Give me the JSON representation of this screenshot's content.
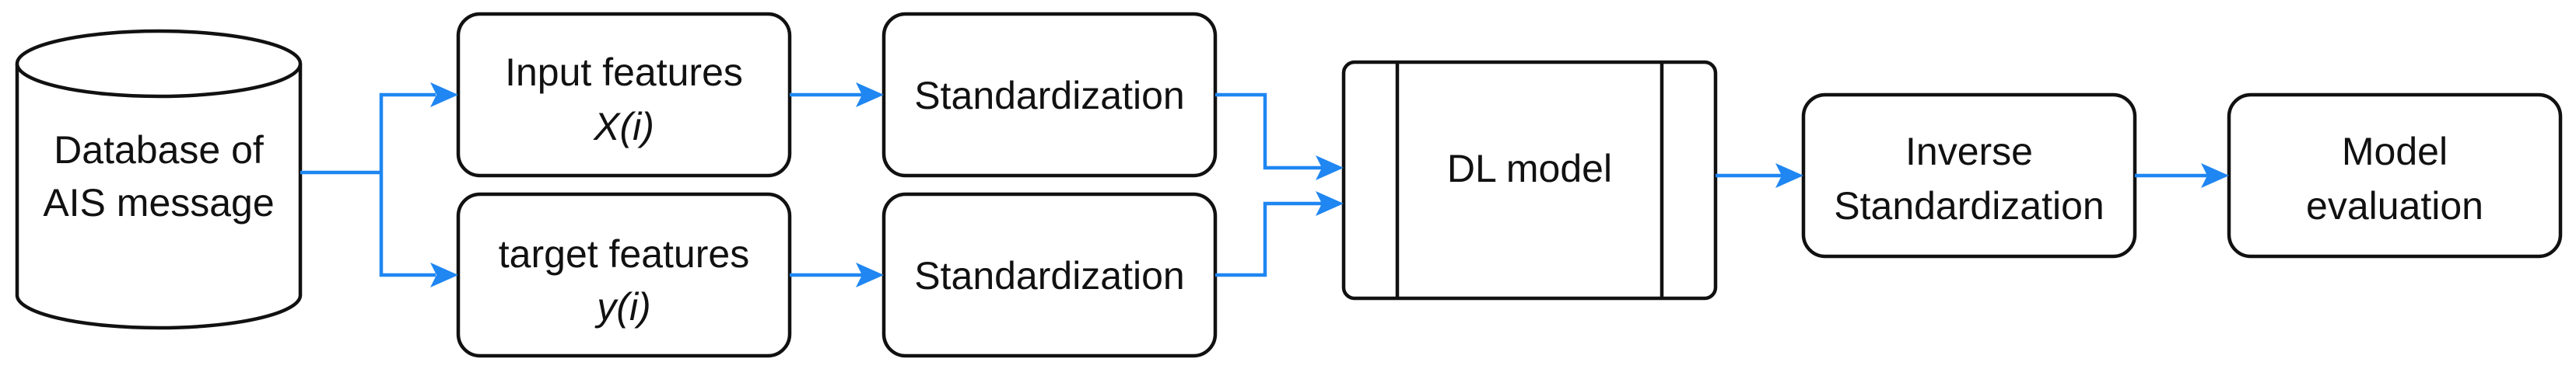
{
  "diagram": {
    "nodes": {
      "database": {
        "lines": [
          "Database of",
          "AIS message"
        ]
      },
      "input_features": {
        "line1": "Input features",
        "formula": {
          "base": "X(",
          "var": "i",
          "close": ")"
        }
      },
      "target_features": {
        "line1": "target features",
        "formula": {
          "base": "y(",
          "var": "i",
          "close": ")"
        }
      },
      "standardization_top": {
        "label": "Standardization"
      },
      "standardization_bottom": {
        "label": "Standardization"
      },
      "dl_model": {
        "label": "DL model"
      },
      "inverse_standardization": {
        "lines": [
          "Inverse",
          "Standardization"
        ]
      },
      "model_evaluation": {
        "lines": [
          "Model",
          "evaluation"
        ]
      }
    },
    "colors": {
      "connector": "#1f86f2",
      "stroke": "#111111",
      "background": "#ffffff"
    }
  }
}
